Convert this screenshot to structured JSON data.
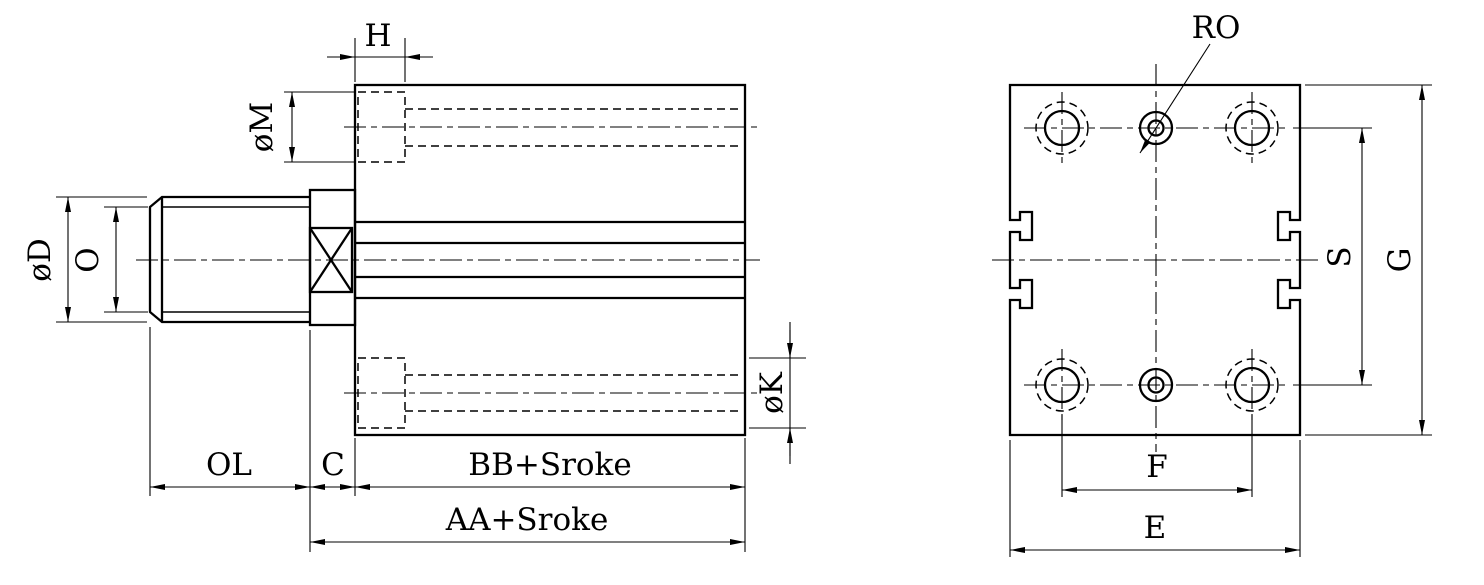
{
  "colors": {
    "line": "#000000",
    "background": "#ffffff"
  },
  "side_view": {
    "dims": {
      "h": "H",
      "phi_m": "øM",
      "phi_d": "øD",
      "o": "O",
      "ol": "OL",
      "c": "C",
      "bb_stroke": "BB+Sroke",
      "aa_stroke": "AA+Sroke",
      "phi_k": "øK"
    }
  },
  "end_view": {
    "dims": {
      "ro": "RO",
      "s": "S",
      "g": "G",
      "f": "F",
      "e": "E"
    }
  }
}
